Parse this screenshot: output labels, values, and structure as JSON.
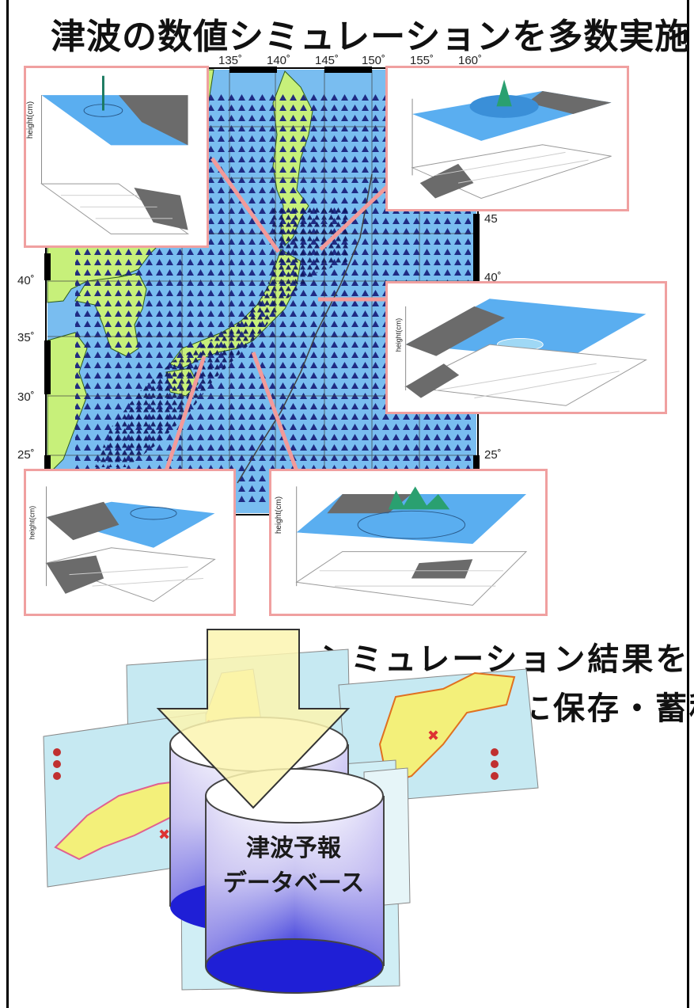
{
  "title": "津波の数値シミュレーションを多数実施",
  "map": {
    "lon_ticks": [
      "135˚",
      "140˚",
      "145˚",
      "150˚",
      "155˚",
      "160˚"
    ],
    "lat_ticks_left": [
      "40˚",
      "35˚",
      "30˚",
      "25˚"
    ],
    "lat_ticks_right": [
      "45",
      "40˚",
      "25˚"
    ]
  },
  "panels": {
    "top_left_axis": "height(cm)",
    "bottom_left_axis": "height(cm)",
    "bottom_center_axis": "height(cm)",
    "right_axis": "height(cm)"
  },
  "caption": {
    "line1": "シミュレーション結果を",
    "line2": "データベースに保存・蓄積"
  },
  "database": {
    "line1": "津波予報",
    "line2": "データベース"
  },
  "colors": {
    "ocean": "#79bdf0",
    "land": "#c7f07a",
    "triangle": "#1a237e",
    "panel_border": "#f0a0a0",
    "arrow": "#fbf5b0"
  }
}
